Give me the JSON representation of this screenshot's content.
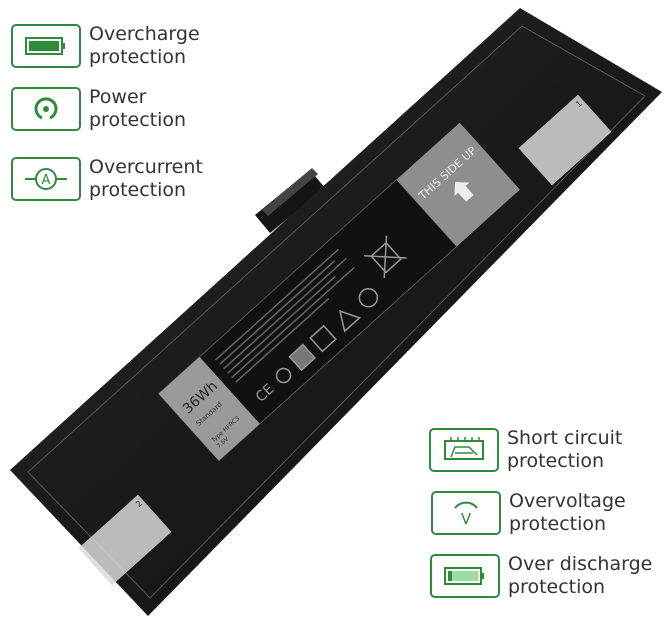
{
  "features_left": [
    {
      "line1": "Overcharge",
      "line2": "protection",
      "icon": "battery-full-icon"
    },
    {
      "line1": "Power",
      "line2": "protection",
      "icon": "power-icon"
    },
    {
      "line1": "Overcurrent",
      "line2": "protection",
      "icon": "ammeter-icon"
    }
  ],
  "features_right": [
    {
      "line1": "Short circuit",
      "line2": "protection",
      "icon": "circuit-board-icon"
    },
    {
      "line1": "Overvoltage",
      "line2": "protection",
      "icon": "voltmeter-icon"
    },
    {
      "line1": "Over discharge",
      "line2": "protection",
      "icon": "battery-low-icon"
    }
  ],
  "battery": {
    "side_label": "THIS SIDE UP",
    "capacity": "36Wh",
    "standard": "Standard",
    "type": "Type HFRC3",
    "voltage": "7.6V",
    "marks": [
      "1",
      "2"
    ]
  },
  "colors": {
    "accent": "#2e8b3a",
    "text": "#333333",
    "battery": "#1c1c1e"
  }
}
